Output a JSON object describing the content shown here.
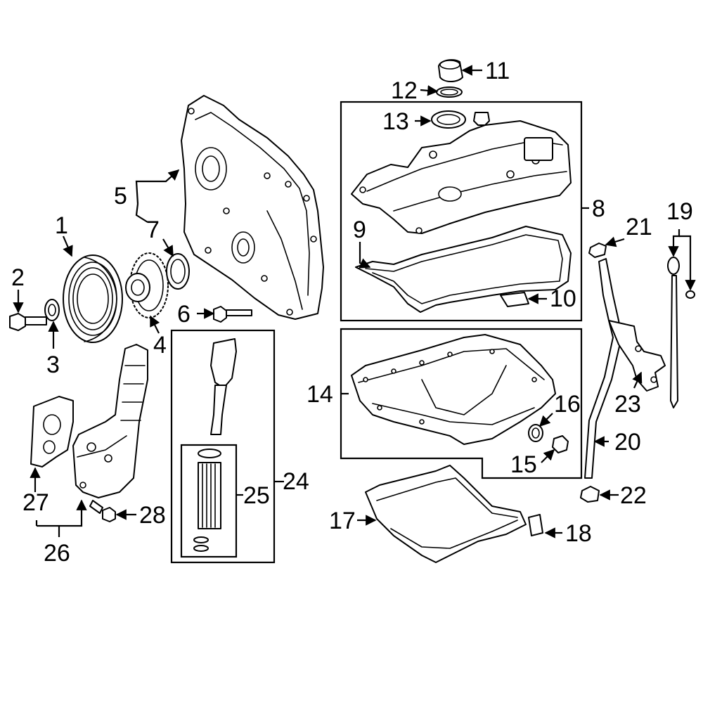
{
  "callouts": [
    "1",
    "2",
    "3",
    "4",
    "5",
    "6",
    "7",
    "8",
    "9",
    "10",
    "11",
    "12",
    "13",
    "14",
    "15",
    "16",
    "17",
    "18",
    "19",
    "20",
    "21",
    "22",
    "23",
    "24",
    "25",
    "26",
    "27",
    "28"
  ],
  "colors": {
    "ink": "#000000",
    "paper": "#ffffff"
  }
}
